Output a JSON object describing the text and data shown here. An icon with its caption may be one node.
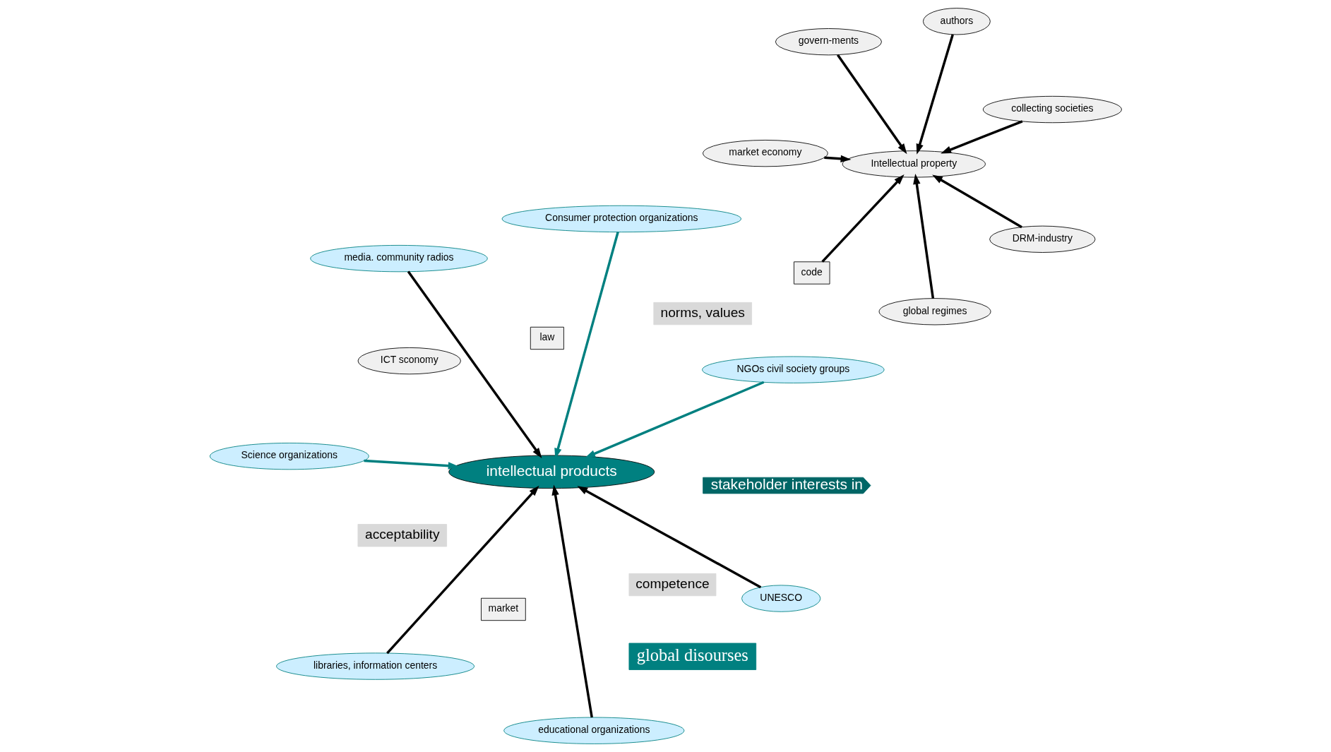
{
  "diagram": {
    "nodes": [
      {
        "text": [
          "stakeholder interests in"
        ]
      },
      {
        "text": [
          "global disourses"
        ]
      },
      {
        "text": [
          "govern-ments"
        ]
      },
      {
        "text": [
          "collecting societies"
        ]
      },
      {
        "text": [
          "Science organizations"
        ]
      },
      {
        "text": [
          "NGOs civil society groups"
        ]
      },
      {
        "text": [
          "global regimes"
        ]
      },
      {
        "text": [
          "Intellectual property"
        ]
      },
      {
        "text": [
          "authors"
        ]
      },
      {
        "text": [
          "law"
        ]
      },
      {
        "text": [
          "competence"
        ]
      },
      {
        "text": [
          "norms, values"
        ]
      },
      {
        "text": [
          "market economy"
        ]
      },
      {
        "text": [
          "market"
        ]
      },
      {
        "text": [
          "code"
        ]
      },
      {
        "text": [
          "ICT sconomy"
        ]
      },
      {
        "text": [
          "DRM-industry"
        ]
      },
      {
        "text": [
          "educational organizations"
        ]
      },
      {
        "text": [
          "Consumer protection organizations"
        ]
      },
      {
        "text": [
          "intellectual products"
        ]
      },
      {
        "text": [
          "acceptability"
        ]
      },
      {
        "text": [
          "media. community radios"
        ]
      },
      {
        "text": [
          "libraries, information centers"
        ]
      },
      {
        "text": [
          "UNESCO"
        ]
      }
    ],
    "edges": [
      {
        "from": 2,
        "to": 7,
        "arrow": "to"
      },
      {
        "from": 3,
        "to": 7,
        "arrow": "to"
      },
      {
        "from": 6,
        "to": 7,
        "arrow": "to"
      },
      {
        "from": 8,
        "to": 7,
        "arrow": "to"
      },
      {
        "from": 12,
        "to": 7,
        "arrow": "to"
      },
      {
        "from": 14,
        "to": 7,
        "arrow": "to"
      },
      {
        "from": 16,
        "to": 7,
        "arrow": "to"
      },
      {
        "from": 5,
        "to": 19,
        "arrow": "to",
        "color": "#008080"
      },
      {
        "from": 4,
        "to": 19,
        "arrow": "to",
        "color": "#008080"
      },
      {
        "from": 18,
        "to": 19,
        "arrow": "to",
        "color": "#008080"
      },
      {
        "from": 17,
        "to": 19,
        "arrow": "to"
      },
      {
        "from": 21,
        "to": 19,
        "arrow": "to"
      },
      {
        "from": 23,
        "to": 19,
        "arrow": "to"
      },
      {
        "from": 22,
        "to": 19,
        "arrow": "to"
      }
    ]
  }
}
